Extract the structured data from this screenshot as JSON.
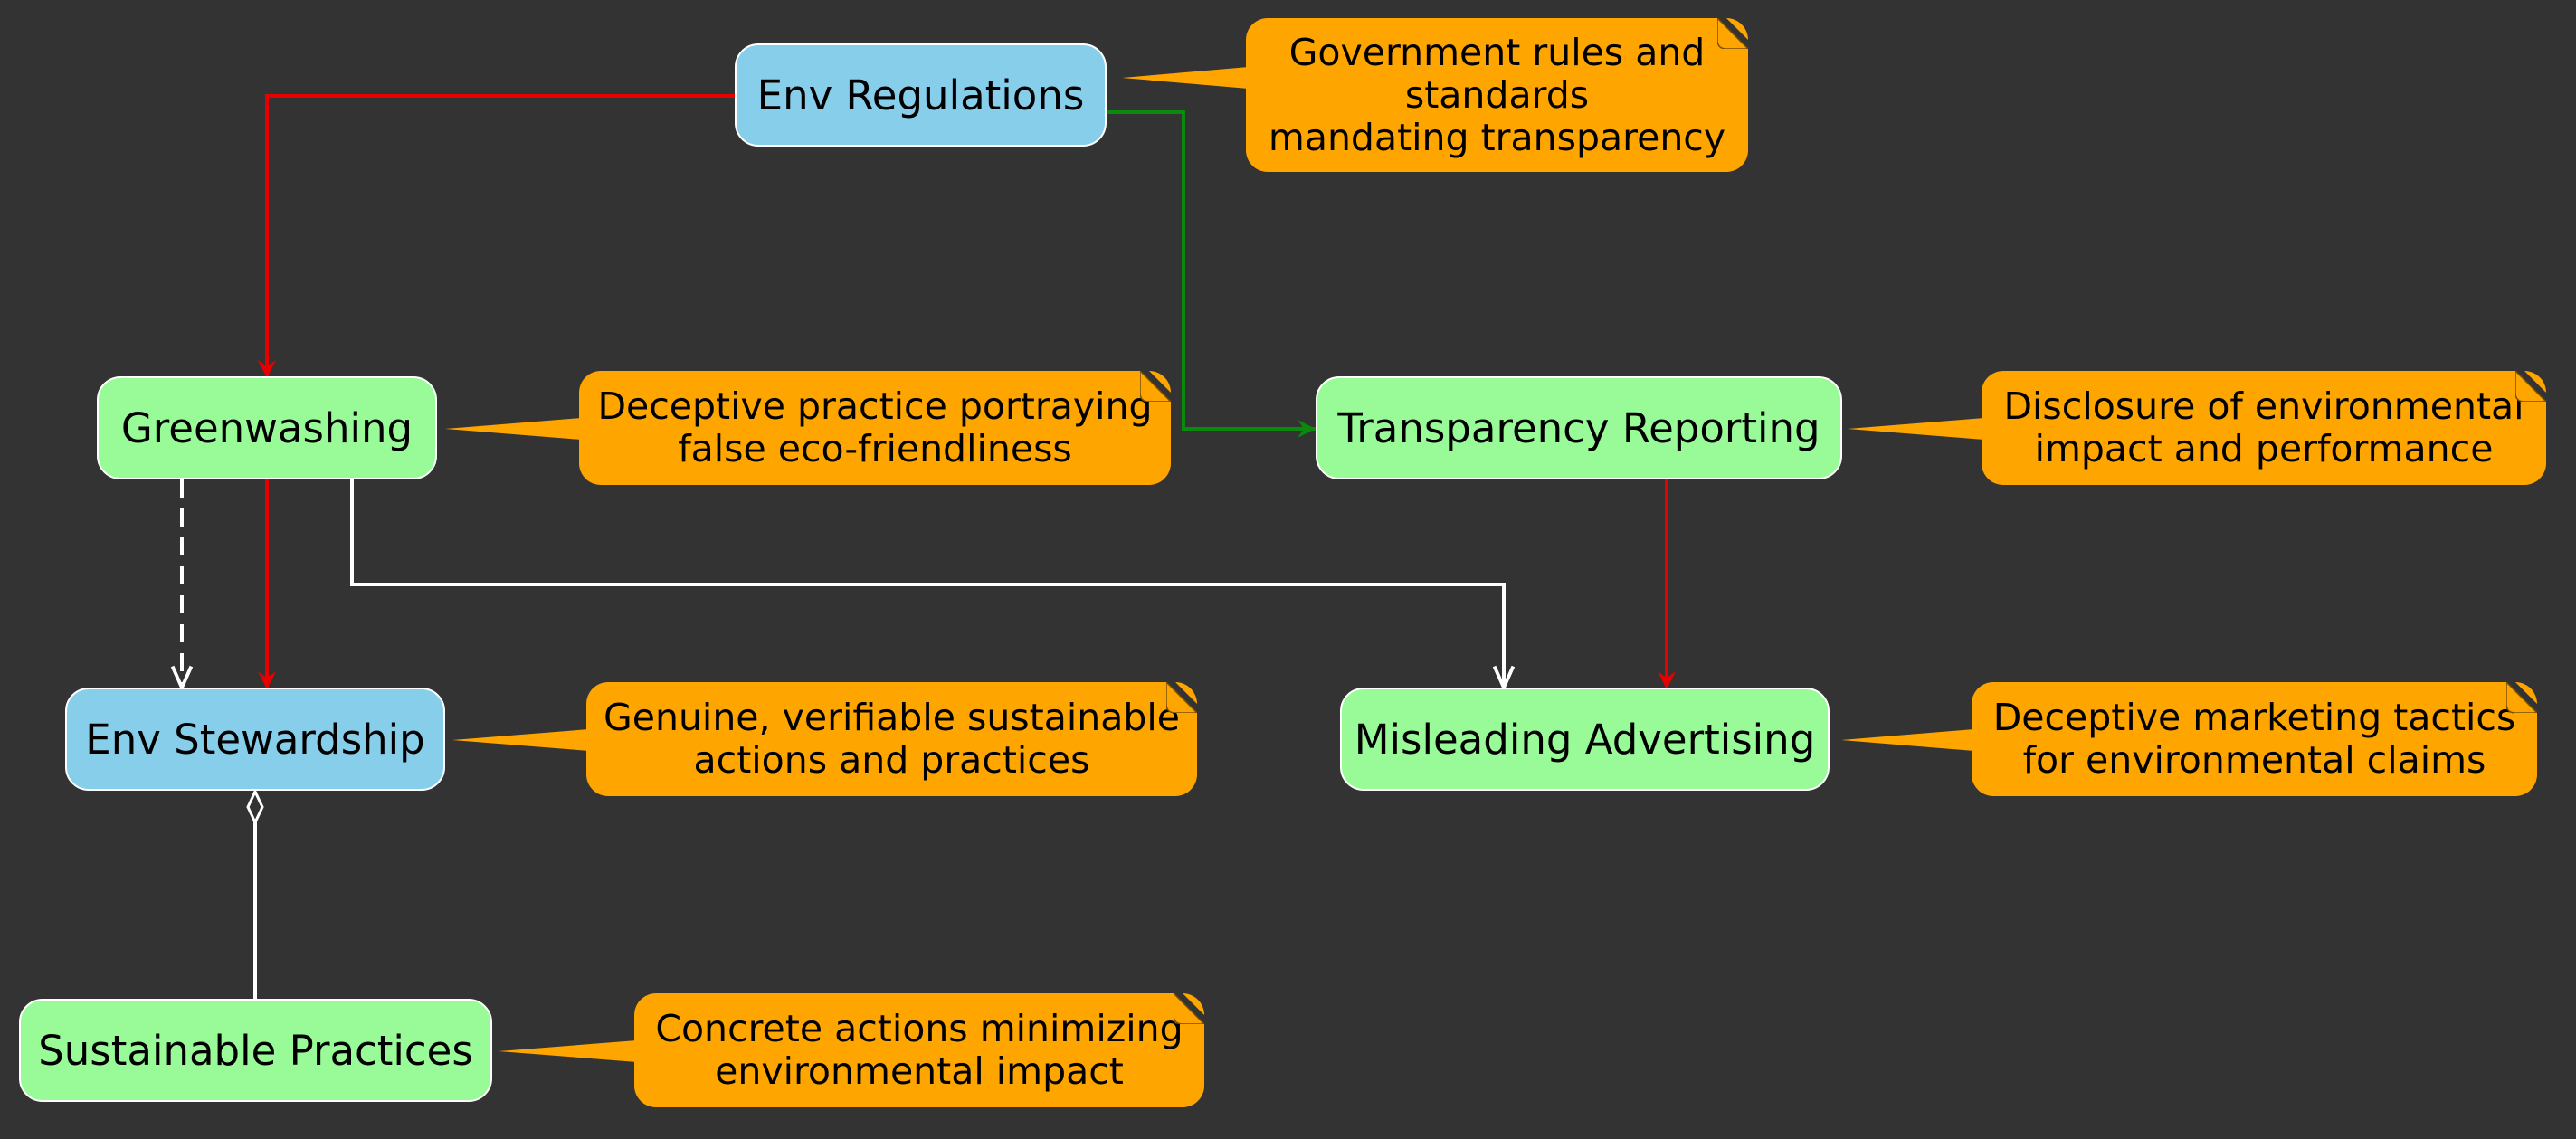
{
  "colors": {
    "background": "#333333",
    "node_blue": "#87ceeb",
    "node_green": "#98fb98",
    "note_orange": "#ffa500",
    "edge_red": "#e60000",
    "edge_green": "#0a8a0a",
    "edge_white": "#ffffff"
  },
  "nodes": {
    "env_regulations": "Env Regulations",
    "greenwashing": "Greenwashing",
    "transparency_reporting": "Transparency Reporting",
    "env_stewardship": "Env Stewardship",
    "misleading_advertising": "Misleading Advertising",
    "sustainable_practices": "Sustainable Practices"
  },
  "notes": {
    "env_regulations": "Government rules and\nstandards\nmandating transparency",
    "greenwashing": "Deceptive practice portraying\nfalse eco-friendliness",
    "transparency_reporting": "Disclosure of environmental\nimpact and performance",
    "env_stewardship": "Genuine, verifiable sustainable\nactions and practices",
    "misleading_advertising": "Deceptive marketing tactics\nfor environmental claims",
    "sustainable_practices": "Concrete actions minimizing\nenvironmental impact"
  },
  "edges": [
    {
      "from": "Env Regulations",
      "to": "Greenwashing",
      "color": "red",
      "style": "solid"
    },
    {
      "from": "Env Regulations",
      "to": "Transparency Reporting",
      "color": "green",
      "style": "solid"
    },
    {
      "from": "Greenwashing",
      "to": "Env Stewardship",
      "color": "white",
      "style": "dashed"
    },
    {
      "from": "Greenwashing",
      "to": "Env Stewardship",
      "color": "red",
      "style": "solid"
    },
    {
      "from": "Greenwashing",
      "to": "Misleading Advertising",
      "color": "white",
      "style": "solid"
    },
    {
      "from": "Transparency Reporting",
      "to": "Misleading Advertising",
      "color": "red",
      "style": "solid"
    },
    {
      "from": "Sustainable Practices",
      "to": "Env Stewardship",
      "color": "white",
      "style": "aggregation"
    }
  ]
}
